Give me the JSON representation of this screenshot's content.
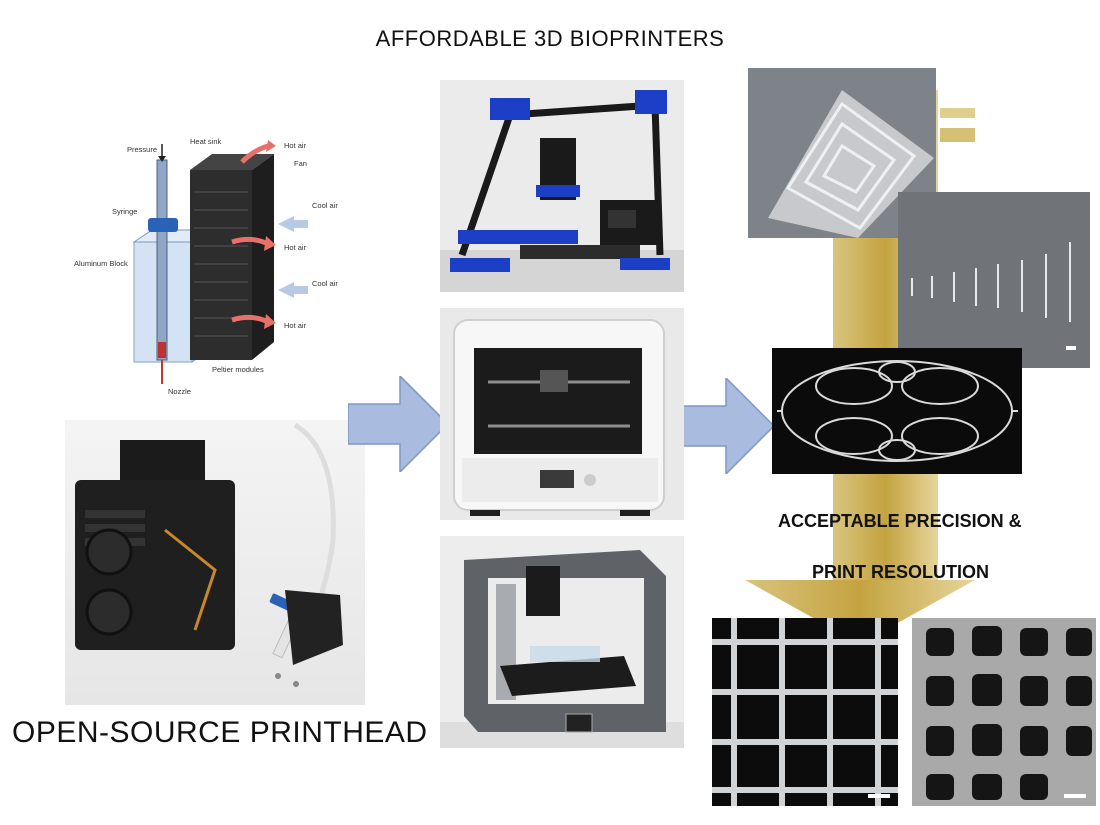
{
  "header": {
    "title": "AFFORDABLE 3D BIOPRINTERS"
  },
  "printhead": {
    "title": "OPEN-SOURCE PRINTHEAD",
    "diagram_labels": {
      "pressure": "Pressure",
      "heat_sink": "Heat sink",
      "hot_air_top": "Hot air",
      "fan": "Fan",
      "syringe": "Syringe",
      "cool_air_1": "Cool air",
      "aluminum_block": "Aluminum Block",
      "hot_air_mid": "Hot air",
      "cool_air_2": "Cool air",
      "hot_air_bottom": "Hot air",
      "peltier": "Peltier modules",
      "nozzle": "Nozzle"
    }
  },
  "results": {
    "label_line1": "ACCEPTABLE PRECISION &",
    "label_line2": "PRINT RESOLUTION"
  },
  "colors": {
    "arrow_fill": "#a9bce0",
    "arrow_stroke": "#7e96c6",
    "gold": "#c9a84c"
  }
}
